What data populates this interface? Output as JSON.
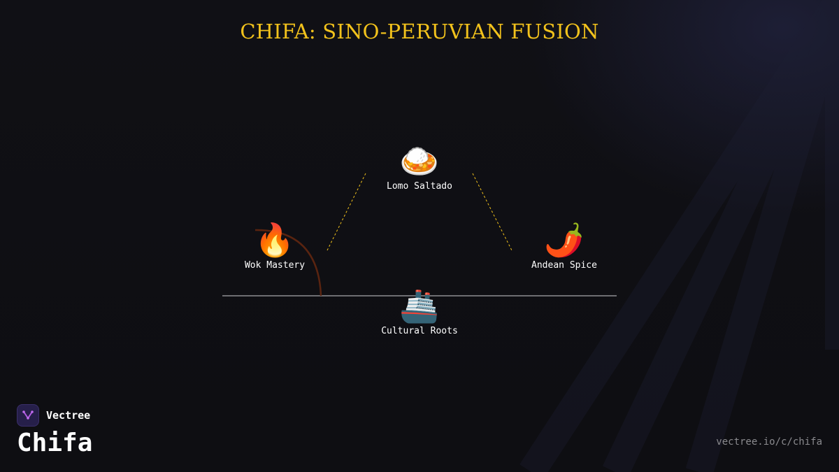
{
  "header": {
    "title": "CHIFA: SINO-PERUVIAN FUSION"
  },
  "diagram": {
    "nodes": [
      {
        "id": "lomo-saltado",
        "emoji": "🍛",
        "label": "Lomo Saltado",
        "icon": "curry-rice-icon"
      },
      {
        "id": "wok-mastery",
        "emoji": "🔥",
        "label": "Wok Mastery",
        "icon": "fire-icon"
      },
      {
        "id": "andean-spice",
        "emoji": "🌶️",
        "label": "Andean Spice",
        "icon": "chili-pepper-icon"
      },
      {
        "id": "cultural-roots",
        "emoji": "🚢",
        "label": "Cultural Roots",
        "icon": "ship-icon"
      }
    ],
    "colors": {
      "accent": "#f2c21c",
      "baseline": "#6e6e72",
      "arc": "#5a2410"
    }
  },
  "footer": {
    "brand_name": "Vectree",
    "topic": "Chifa",
    "url": "vectree.io/c/chifa"
  }
}
